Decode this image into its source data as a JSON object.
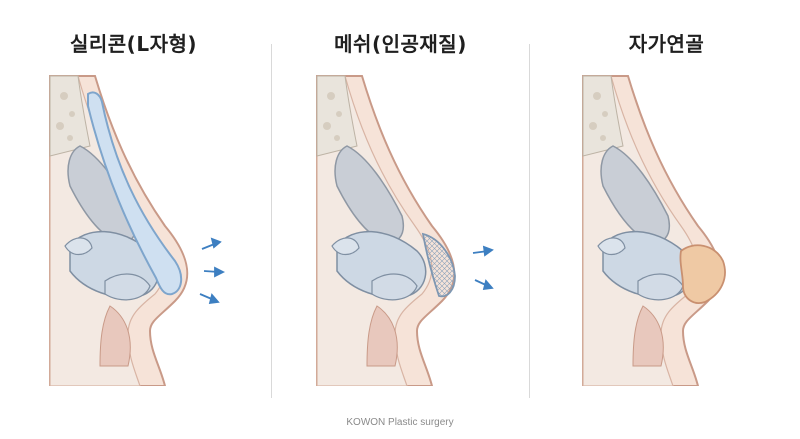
{
  "panels": [
    {
      "title": "실리콘(L자형)",
      "implant": "silicone-l-shape",
      "implant_color": "#cfe0f1",
      "arrows": 3
    },
    {
      "title": "메쉬(인공재질)",
      "implant": "mesh-synthetic",
      "implant_color": "#dfe6ee",
      "arrows": 2
    },
    {
      "title": "자가연골",
      "implant": "autologous-cartilage",
      "implant_color": "#efc9a4",
      "arrows": 0
    }
  ],
  "footer": "KOWON Plastic surgery",
  "colors": {
    "skin": "#f3ddd1",
    "skin_outline": "#c99a88",
    "bone": "#e9e4dc",
    "cartilage": "#cdd3da",
    "arrow": "#3d7fc1"
  }
}
